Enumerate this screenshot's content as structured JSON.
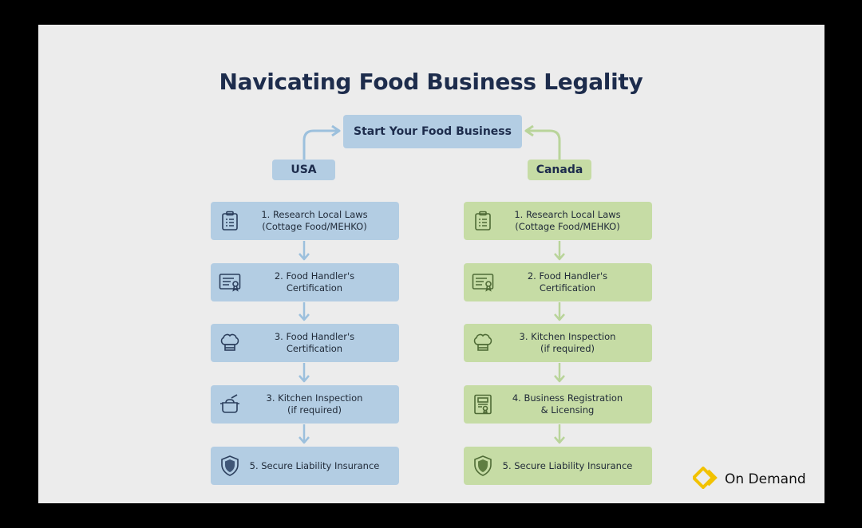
{
  "title": "Navicating Food Business Legality",
  "start_label": "Start Your Food Business",
  "regions": {
    "usa": "USA",
    "canada": "Canada"
  },
  "usa_steps": [
    {
      "text": "1. Research Local Laws\n(Cottage Food/MEHKO)",
      "icon": "clipboard-icon"
    },
    {
      "text": "2. Food Handler's\nCertification",
      "icon": "certificate-icon"
    },
    {
      "text": "3. Food Handler's\nCertification",
      "icon": "chef-hat-icon"
    },
    {
      "text": "3. Kitchen Inspection\n(if required)",
      "icon": "cooking-pot-icon"
    },
    {
      "text": "5. Secure Liability Insurance",
      "icon": "shield-icon"
    }
  ],
  "canada_steps": [
    {
      "text": "1. Research Local Laws\n(Cottage Food/MEHKO)",
      "icon": "clipboard-icon"
    },
    {
      "text": "2. Food Handler's\nCertification",
      "icon": "certificate-icon"
    },
    {
      "text": "3. Kitchen Inspection\n(if required)",
      "icon": "chef-hat-icon"
    },
    {
      "text": "4. Business Registration\n& Licensing",
      "icon": "license-document-icon"
    },
    {
      "text": "5. Secure Liability Insurance",
      "icon": "shield-icon"
    }
  ],
  "brand": "On Demand",
  "colors": {
    "usa_box": "#b3cde3",
    "canada_box": "#c6dca5",
    "usa_arrow": "#9cc0dd",
    "canada_arrow": "#b9d49a",
    "title": "#1d2c4c",
    "brand_mark": "#f2c200"
  }
}
